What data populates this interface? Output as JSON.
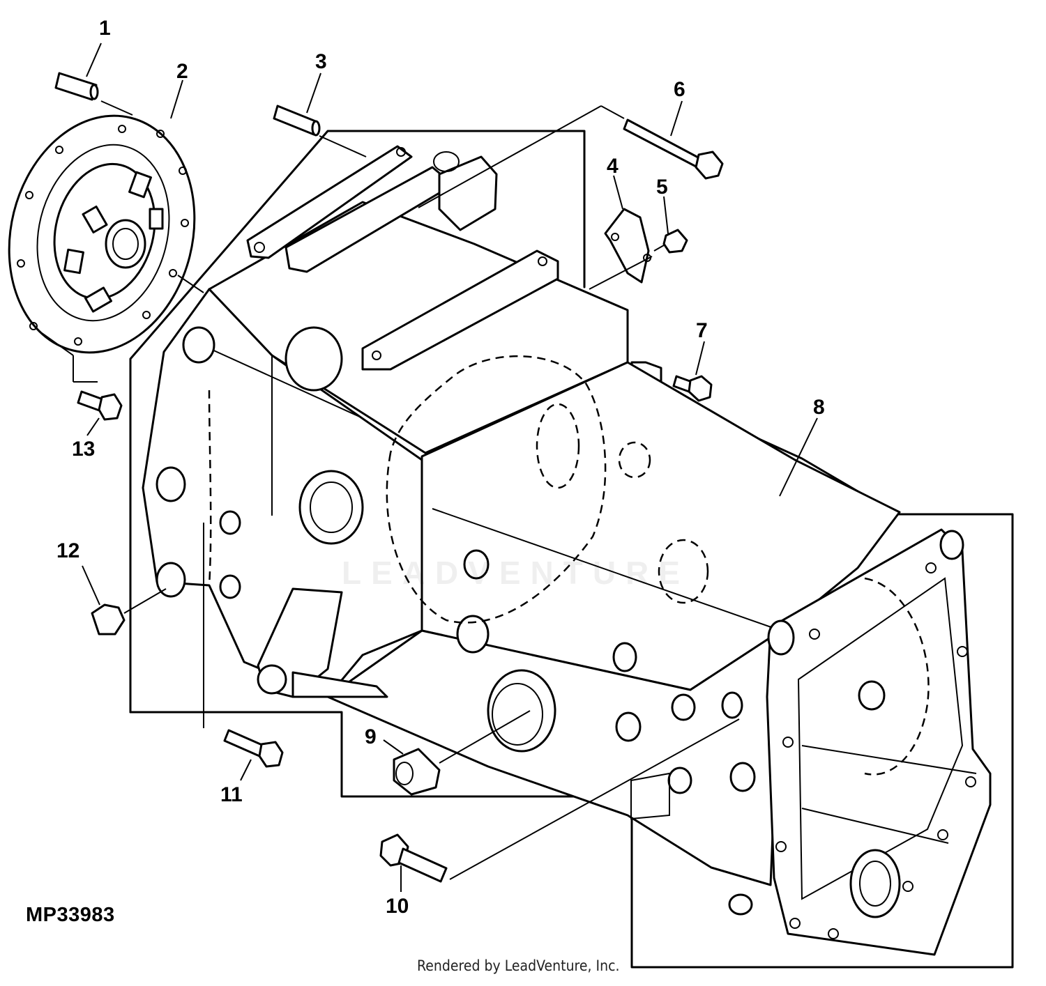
{
  "diagram": {
    "drawing_code": "MP33983",
    "credit": "Rendered by LeadVenture, Inc.",
    "watermark": "LEADVENTURE",
    "callouts": [
      "1",
      "2",
      "3",
      "4",
      "5",
      "6",
      "7",
      "8",
      "9",
      "10",
      "11",
      "12",
      "13"
    ]
  }
}
